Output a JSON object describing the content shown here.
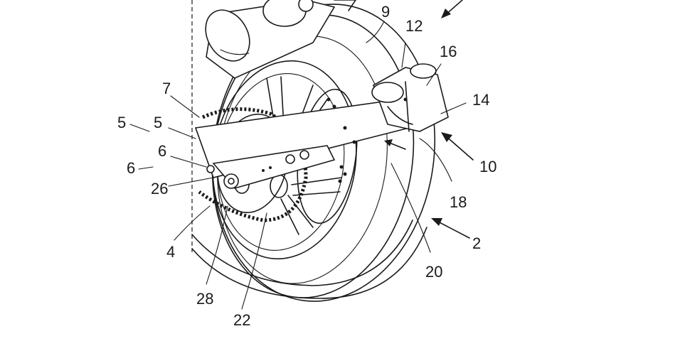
{
  "labels": {
    "l9": "9",
    "l12": "12",
    "l16": "16",
    "l14": "14",
    "l10": "10",
    "l18": "18",
    "l2": "2",
    "l20": "20",
    "l7": "7",
    "l5a": "5",
    "l5b": "5",
    "l6a": "6",
    "l6b": "6",
    "l26": "26",
    "l4": "4",
    "l28": "28",
    "l22": "22"
  }
}
